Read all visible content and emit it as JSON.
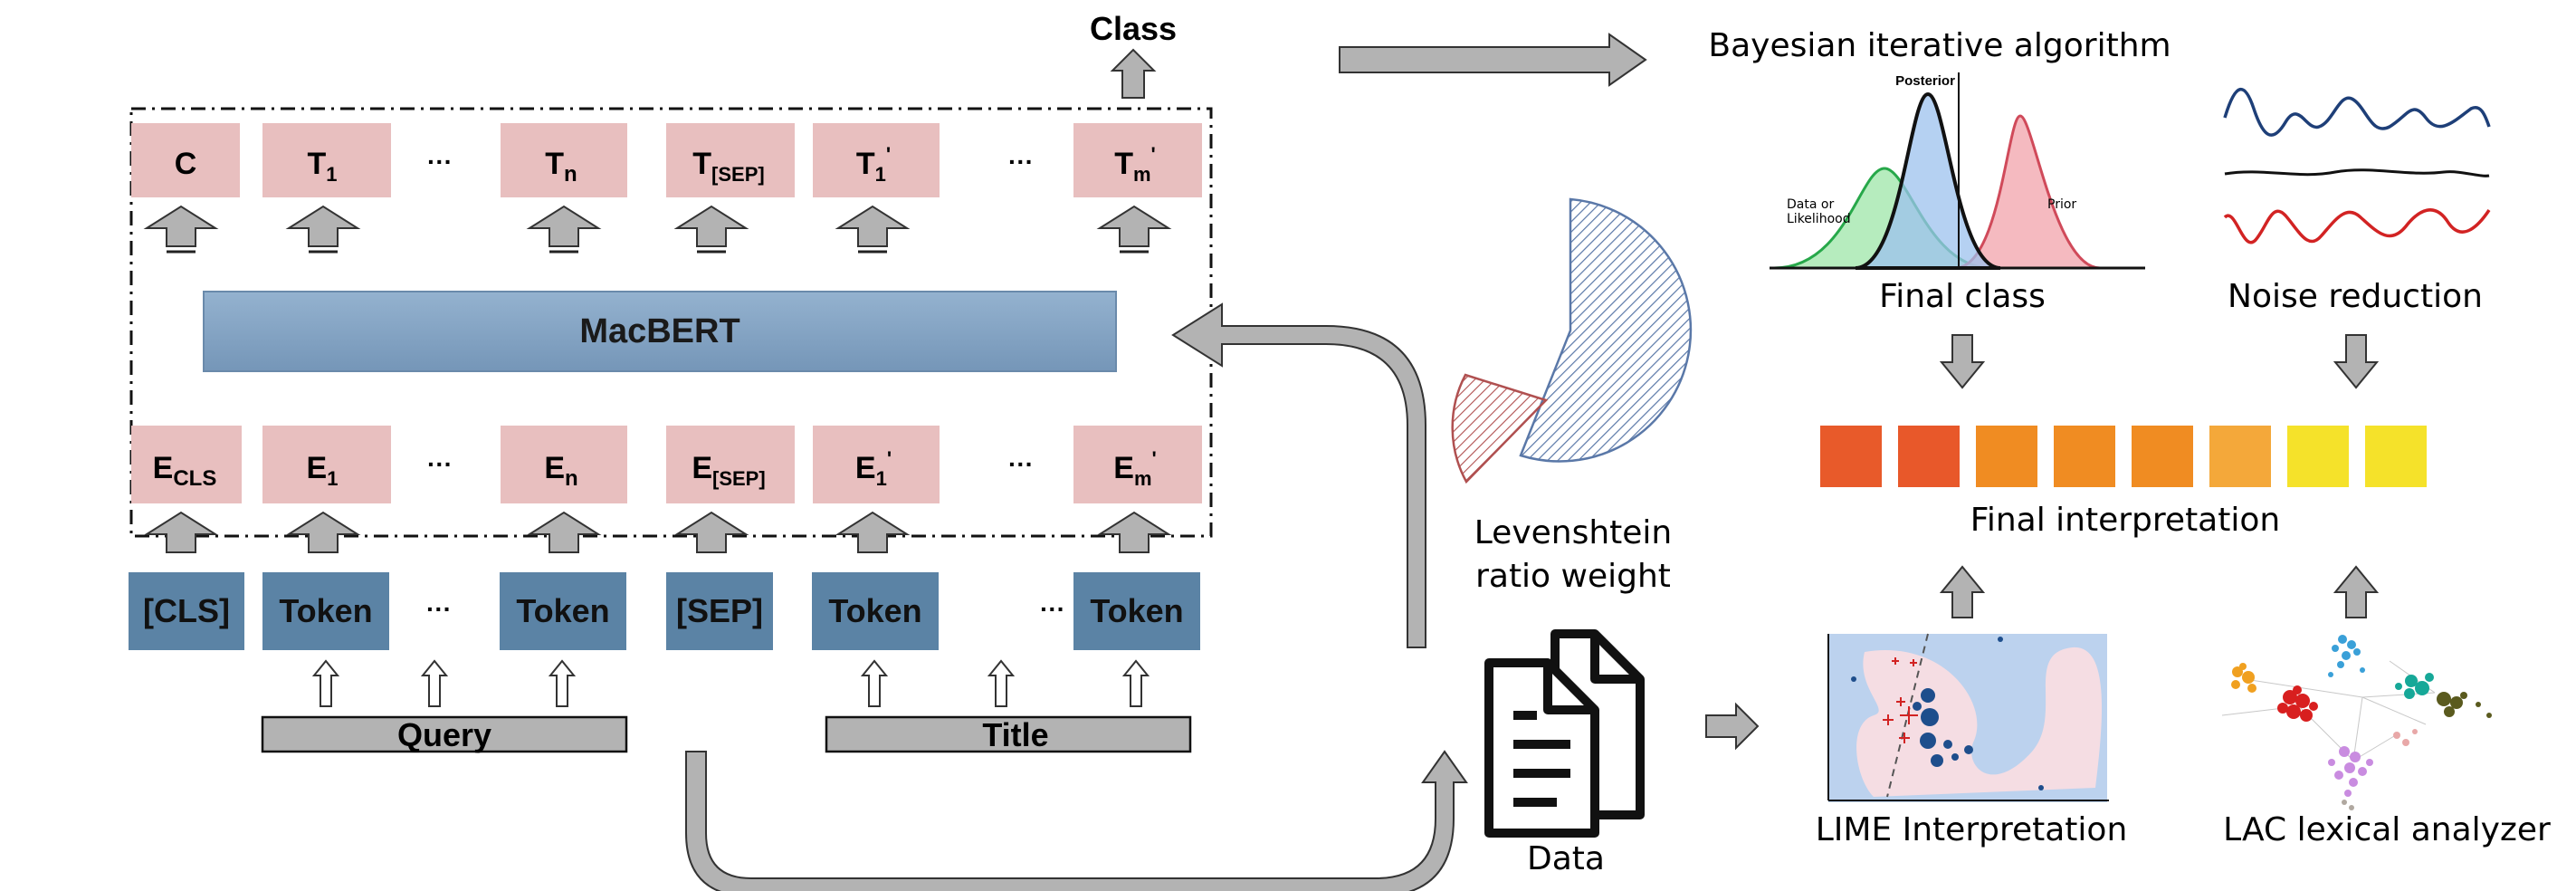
{
  "model": {
    "class_label": "Class",
    "encoder_label": "MacBERT",
    "output_tokens": [
      {
        "main": "C",
        "sub": "",
        "sup": ""
      },
      {
        "main": "T",
        "sub": "1",
        "sup": ""
      },
      {
        "main": "T",
        "sub": "n",
        "sup": ""
      },
      {
        "main": "T",
        "sub": "[SEP]",
        "sup": ""
      },
      {
        "main": "T",
        "sub": "1",
        "sup": "'"
      },
      {
        "main": "T",
        "sub": "m",
        "sup": "'"
      }
    ],
    "embeddings": [
      {
        "main": "E",
        "sub": "CLS",
        "sup": ""
      },
      {
        "main": "E",
        "sub": "1",
        "sup": ""
      },
      {
        "main": "E",
        "sub": "n",
        "sup": ""
      },
      {
        "main": "E",
        "sub": "[SEP]",
        "sup": ""
      },
      {
        "main": "E",
        "sub": "1",
        "sup": "'"
      },
      {
        "main": "E",
        "sub": "m",
        "sup": "'"
      }
    ],
    "input_tokens": [
      "[CLS]",
      "Token",
      "Token",
      "[SEP]",
      "Token",
      "Token"
    ],
    "ellipsis": "···",
    "query_label": "Query",
    "title_label": "Title"
  },
  "pipeline": {
    "levenshtein_line1": "Levenshtein",
    "levenshtein_line2": "ratio weight",
    "data_label": "Data",
    "bayesian_title": "Bayesian iterative algorithm",
    "posterior_label": "Posterior",
    "likelihood_line1": "Data or",
    "likelihood_line2": "Likelihood",
    "prior_label": "Prior",
    "final_class_label": "Final class",
    "noise_label": "Noise reduction",
    "final_interp_label": "Final interpretation",
    "lime_label": "LIME Interpretation",
    "lac_label": "LAC lexical analyzer"
  },
  "colors": {
    "token_pink": "#e8bfbf",
    "token_blue": "#5b83a5",
    "encoder_blue": "#86a7c5",
    "arrow_gray": "#b3b3b3",
    "interp_cells": [
      "#e85a2a",
      "#e8582a",
      "#f08c22",
      "#f08c22",
      "#f08c22",
      "#f4a83a",
      "#f5e22a",
      "#f5e22a"
    ]
  }
}
